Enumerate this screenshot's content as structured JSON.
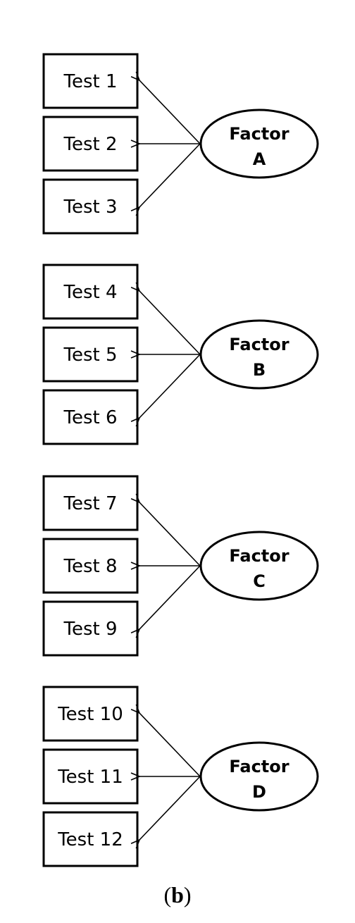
{
  "groups": [
    {
      "factor": {
        "line1": "Factor",
        "line2": "A"
      },
      "tests": [
        "Test 1",
        "Test 2",
        "Test 3"
      ]
    },
    {
      "factor": {
        "line1": "Factor",
        "line2": "B"
      },
      "tests": [
        "Test 4",
        "Test 5",
        "Test 6"
      ]
    },
    {
      "factor": {
        "line1": "Factor",
        "line2": "C"
      },
      "tests": [
        "Test 7",
        "Test 8",
        "Test 9"
      ]
    },
    {
      "factor": {
        "line1": "Factor",
        "line2": "D"
      },
      "tests": [
        "Test 10",
        "Test 11",
        "Test 12"
      ]
    }
  ],
  "caption": {
    "open": "(",
    "letter": "b",
    "close": ")"
  }
}
